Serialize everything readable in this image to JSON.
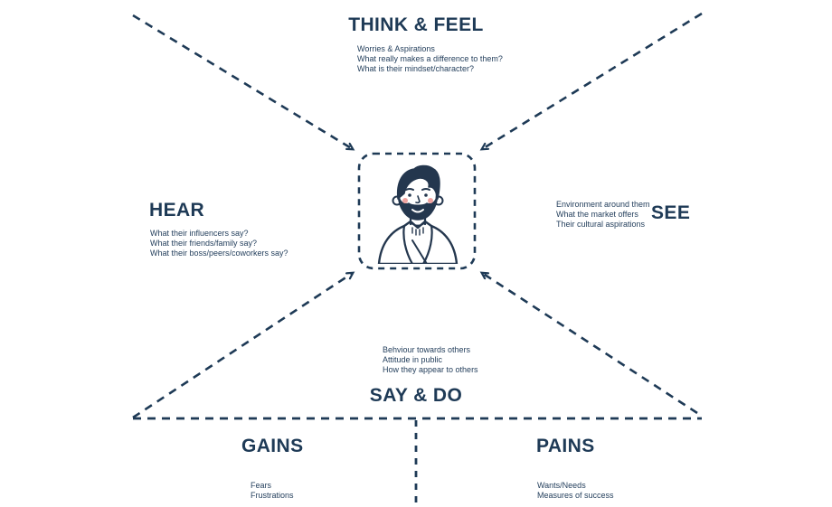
{
  "diagram": {
    "type": "empathy-map",
    "palette": {
      "ink": "#1e3a56",
      "notes_ink": "#26415e",
      "cheek": "#f0a3a0",
      "background": "#ffffff"
    },
    "avatar_icon": "persona-man-icon"
  },
  "sections": {
    "think_feel": {
      "title": "THINK & FEEL",
      "lines": [
        "Worries & Aspirations",
        "What really makes a difference to them?",
        "What is their mindset/character?"
      ]
    },
    "hear": {
      "title": "HEAR",
      "lines": [
        "What their influencers say?",
        "What their friends/family say?",
        "What their boss/peers/coworkers say?"
      ]
    },
    "see": {
      "title": "SEE",
      "lines": [
        "Environment around them",
        "What the market offers",
        "Their cultural aspirations"
      ]
    },
    "say_do": {
      "title": "SAY & DO",
      "lines": [
        "Behviour towards others",
        "Attitude in public",
        "How they appear to others"
      ]
    },
    "gains": {
      "title": "GAINS",
      "lines": [
        "Fears",
        "Frustrations"
      ]
    },
    "pains": {
      "title": "PAINS",
      "lines": [
        "Wants/Needs",
        "Measures of success"
      ]
    }
  }
}
